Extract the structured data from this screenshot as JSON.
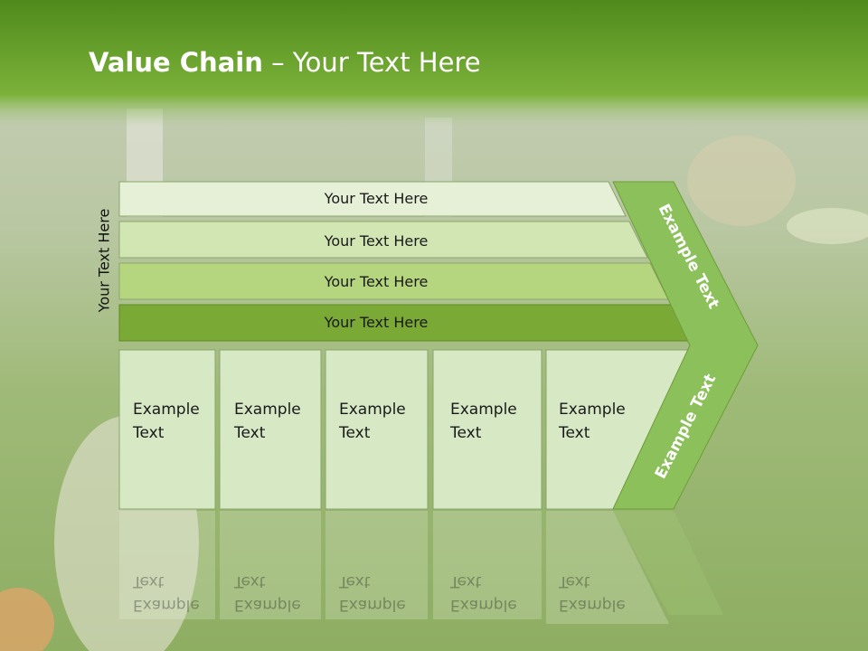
{
  "title": {
    "bold": "Value Chain",
    "rest": " – Your Text Here"
  },
  "side_label": "Your Text Here",
  "bars": [
    {
      "label": "Your Text Here",
      "fill": "#e6f0d6"
    },
    {
      "label": "Your Text Here",
      "fill": "#d2e6b4"
    },
    {
      "label": "Your Text Here",
      "fill": "#b5d67f"
    },
    {
      "label": "Your Text Here",
      "fill": "#7ba935"
    }
  ],
  "cells": [
    {
      "line1": "Example",
      "line2": "Text"
    },
    {
      "line1": "Example",
      "line2": "Text"
    },
    {
      "line1": "Example",
      "line2": "Text"
    },
    {
      "line1": "Example",
      "line2": "Text"
    },
    {
      "line1": "Example",
      "line2": "Text"
    }
  ],
  "arrow": {
    "top_label": "Example Text",
    "bottom_label": "Example Text",
    "fill": "#8cc05a"
  },
  "colors": {
    "header": "#6aa126",
    "cell_fill": "#d7e8c5",
    "border": "#8aa56a"
  }
}
